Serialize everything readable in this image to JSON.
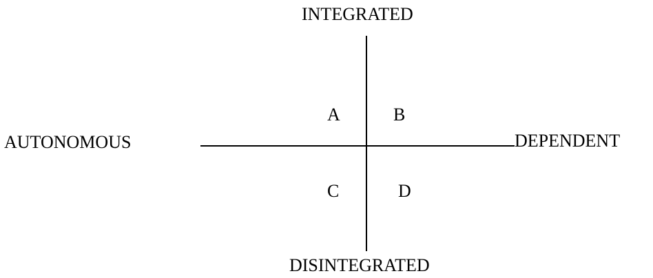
{
  "diagram": {
    "axes": {
      "vertical_top": "INTEGRATED",
      "vertical_bottom": "DISINTEGRATED",
      "horizontal_left": "AUTONOMOUS",
      "horizontal_right": "DEPENDENT"
    },
    "quadrants": {
      "top_left": "A",
      "top_right": "B",
      "bottom_left": "C",
      "bottom_right": "D"
    }
  }
}
